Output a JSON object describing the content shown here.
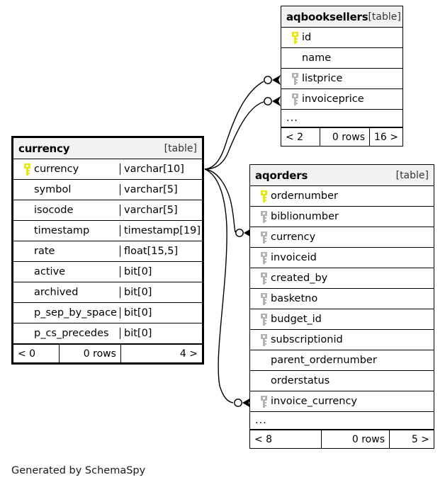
{
  "diagram": {
    "caption": "Generated by SchemaSpy",
    "key_color_pk": "#e8e80c",
    "key_color_fk": "#b3b3b3",
    "header_bg": "#f2f2f2",
    "line_color": "#000000",
    "ellipsis": "..."
  },
  "tables": {
    "aqbooksellers": {
      "name": "aqbooksellers",
      "kind": "[table]",
      "columns": [
        {
          "key": "pk",
          "name": "id"
        },
        {
          "key": "none",
          "name": "name"
        },
        {
          "key": "fk",
          "name": "listprice"
        },
        {
          "key": "fk",
          "name": "invoiceprice"
        }
      ],
      "has_more": true,
      "footer": {
        "left": "< 2",
        "middle": "0 rows",
        "right": "16 >"
      }
    },
    "currency": {
      "name": "currency",
      "kind": "[table]",
      "columns": [
        {
          "key": "pk",
          "name": "currency",
          "type": "varchar[10]"
        },
        {
          "key": "none",
          "name": "symbol",
          "type": "varchar[5]"
        },
        {
          "key": "none",
          "name": "isocode",
          "type": "varchar[5]"
        },
        {
          "key": "none",
          "name": "timestamp",
          "type": "timestamp[19]"
        },
        {
          "key": "none",
          "name": "rate",
          "type": "float[15,5]"
        },
        {
          "key": "none",
          "name": "active",
          "type": "bit[0]"
        },
        {
          "key": "none",
          "name": "archived",
          "type": "bit[0]"
        },
        {
          "key": "none",
          "name": "p_sep_by_space",
          "type": "bit[0]"
        },
        {
          "key": "none",
          "name": "p_cs_precedes",
          "type": "bit[0]"
        }
      ],
      "has_more": false,
      "footer": {
        "left": "< 0",
        "middle": "0 rows",
        "right": "4 >"
      }
    },
    "aqorders": {
      "name": "aqorders",
      "kind": "[table]",
      "columns": [
        {
          "key": "pk",
          "name": "ordernumber"
        },
        {
          "key": "fk",
          "name": "biblionumber"
        },
        {
          "key": "fk",
          "name": "currency"
        },
        {
          "key": "fk",
          "name": "invoiceid"
        },
        {
          "key": "fk",
          "name": "created_by"
        },
        {
          "key": "fk",
          "name": "basketno"
        },
        {
          "key": "fk",
          "name": "budget_id"
        },
        {
          "key": "fk",
          "name": "subscriptionid"
        },
        {
          "key": "none",
          "name": "parent_ordernumber"
        },
        {
          "key": "none",
          "name": "orderstatus"
        },
        {
          "key": "fk",
          "name": "invoice_currency"
        }
      ],
      "has_more": true,
      "footer": {
        "left": "< 8",
        "middle": "0 rows",
        "right": "5 >"
      }
    }
  },
  "relationships": [
    {
      "from": "currency.currency",
      "to": "aqbooksellers.listprice",
      "from_cardinality": "one",
      "to_cardinality": "zero-or-many"
    },
    {
      "from": "currency.currency",
      "to": "aqbooksellers.invoiceprice",
      "from_cardinality": "one",
      "to_cardinality": "zero-or-many"
    },
    {
      "from": "currency.currency",
      "to": "aqorders.currency",
      "from_cardinality": "one",
      "to_cardinality": "zero-or-many"
    },
    {
      "from": "currency.currency",
      "to": "aqorders.invoice_currency",
      "from_cardinality": "one",
      "to_cardinality": "zero-or-many"
    }
  ]
}
